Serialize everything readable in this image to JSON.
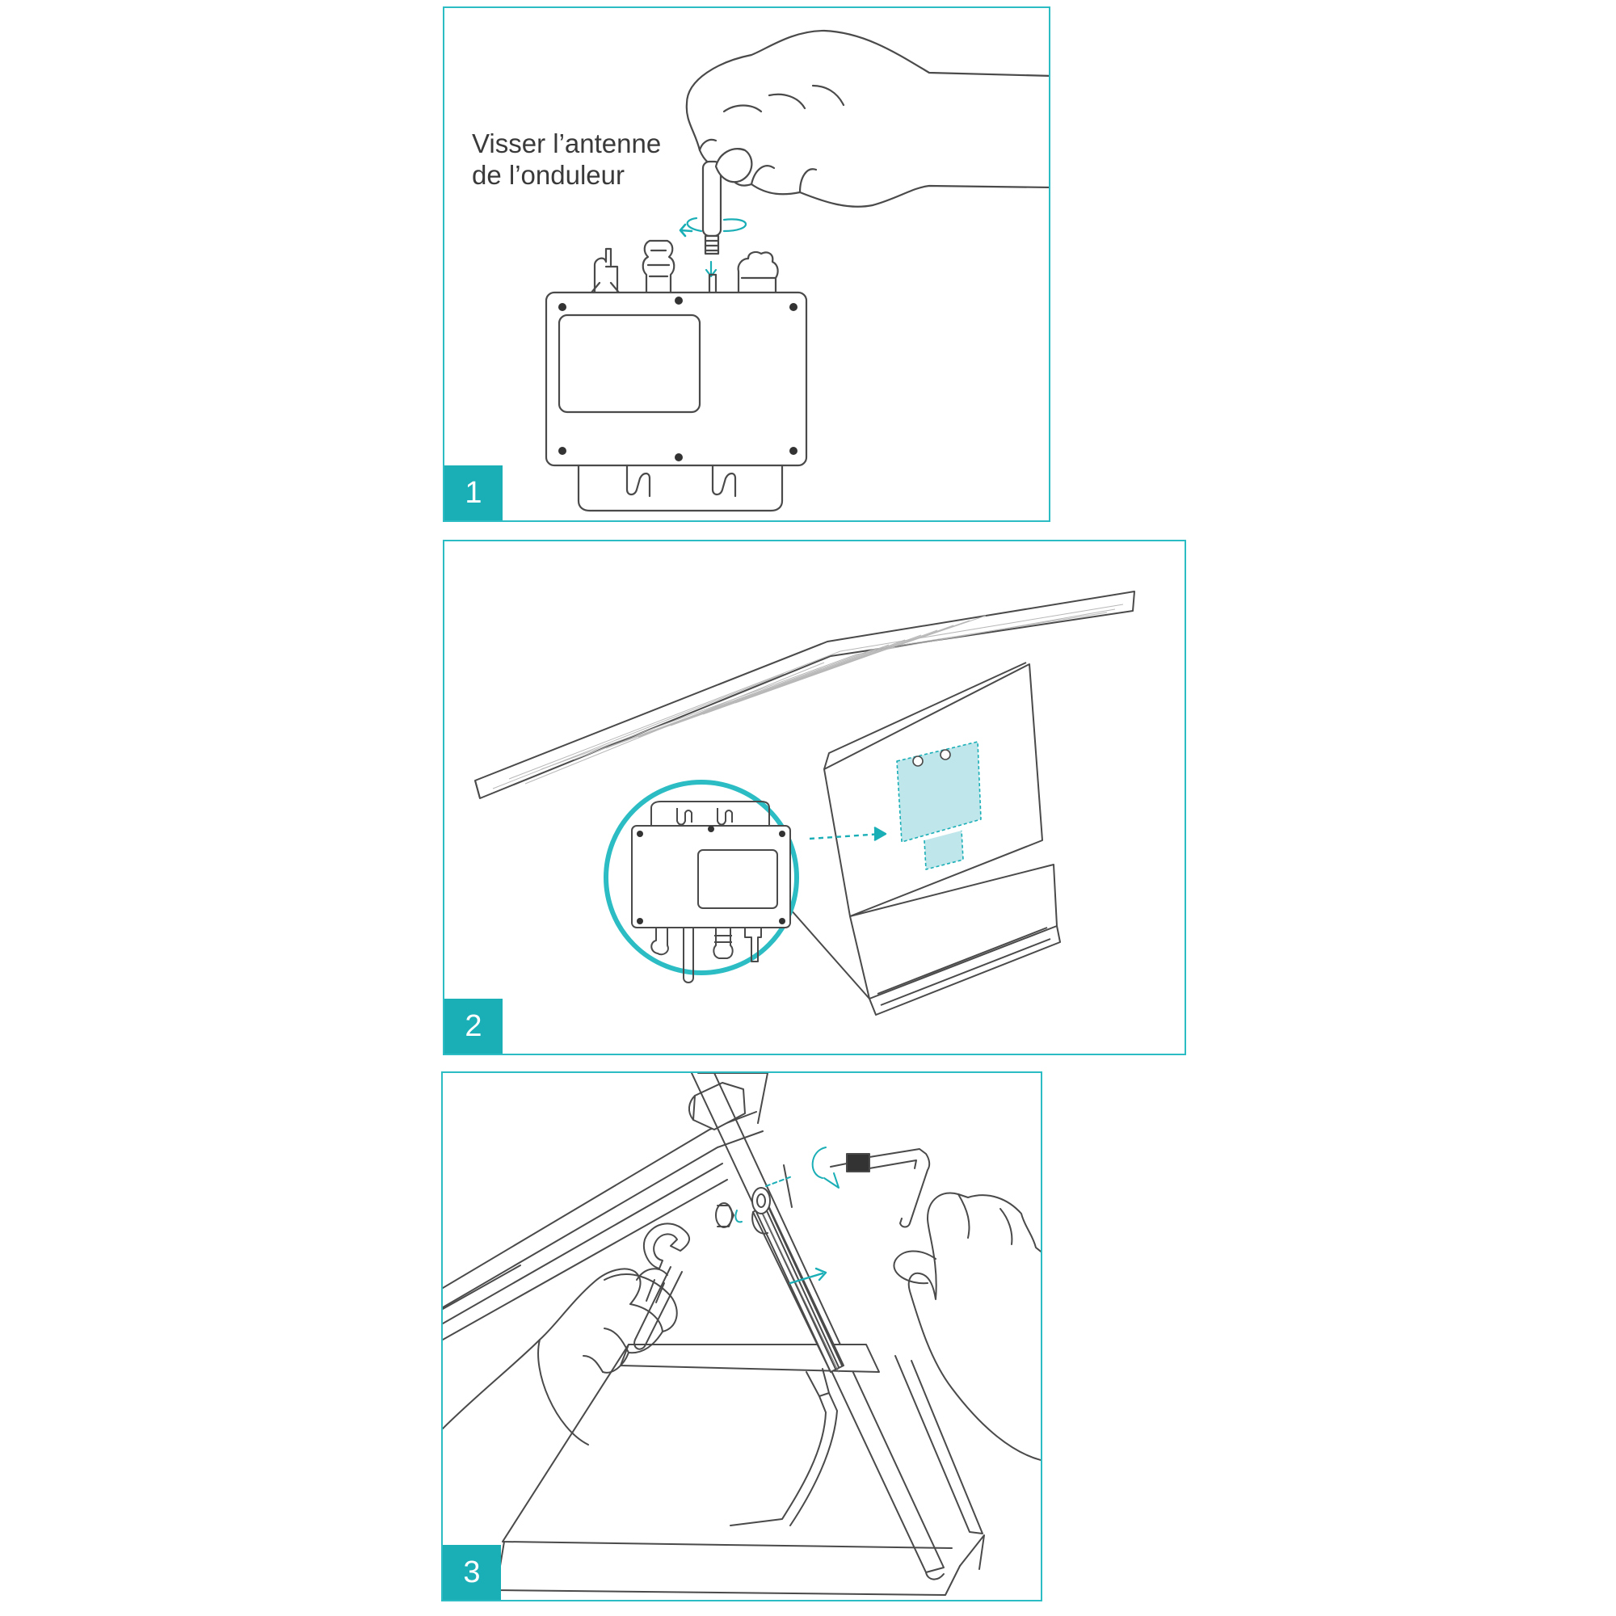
{
  "accent_color": "#1aaeb6",
  "line_color": "#4a4a4a",
  "steps": [
    {
      "number": "1",
      "caption_lines": [
        "Visser l’antenne",
        "de l’onduleur"
      ],
      "icons": [
        "hand-icon",
        "antenna-icon",
        "inverter-icon",
        "rotation-arrow-icon"
      ]
    },
    {
      "number": "2",
      "caption_lines": [],
      "icons": [
        "solar-panel-icon",
        "inverter-icon",
        "zoom-circle-icon",
        "dashed-arrow-icon"
      ]
    },
    {
      "number": "3",
      "caption_lines": [],
      "icons": [
        "hand-icon",
        "wrench-icon",
        "allen-key-icon",
        "nut-icon",
        "washer-icon",
        "inverter-icon"
      ]
    }
  ]
}
